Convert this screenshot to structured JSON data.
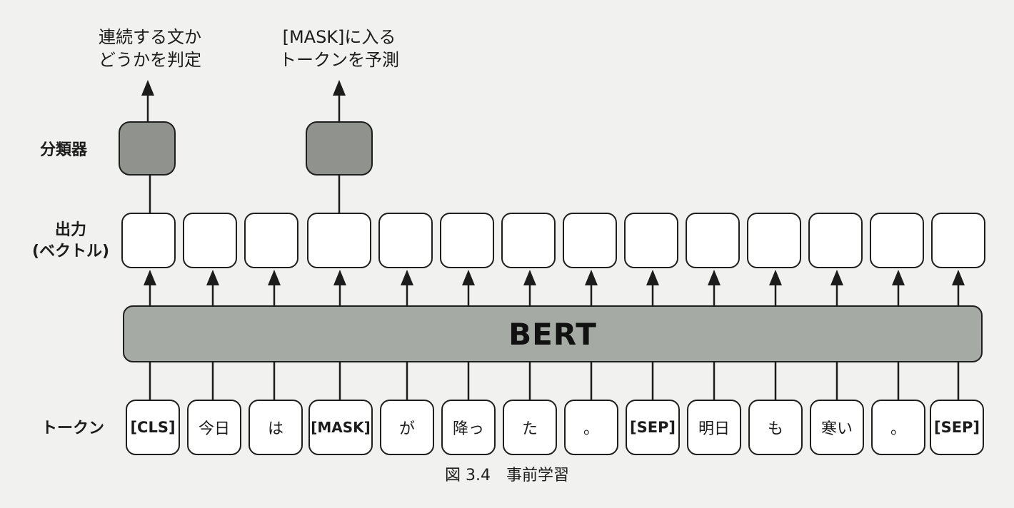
{
  "row_labels": {
    "classifier": "分類器",
    "output_line1": "出力",
    "output_line2": "(ベクトル)",
    "tokens": "トークン"
  },
  "output_labels": {
    "nsp_line1": "連続する文か",
    "nsp_line2": "どうかを判定",
    "mlm_line1": "[MASK]に入る",
    "mlm_line2": "トークンを予測"
  },
  "model_name": "BERT",
  "tokens": [
    "[CLS]",
    "今日",
    "は",
    "[MASK]",
    "が",
    "降っ",
    "た",
    "。",
    "[SEP]",
    "明日",
    "も",
    "寒い",
    "。",
    "[SEP]"
  ],
  "caption": "図 3.4　事前学習",
  "colors": {
    "background": "#f1f1ef",
    "classifier_fill": "#8f928d",
    "bert_fill": "#a6aaa4",
    "stroke": "#1e1e1e"
  }
}
